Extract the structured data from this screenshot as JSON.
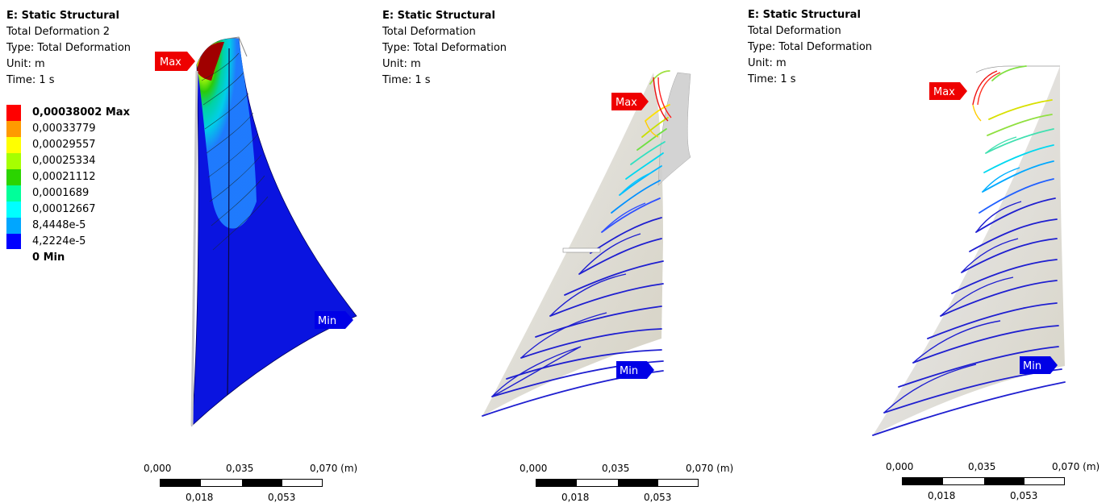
{
  "panels": [
    {
      "system": "E: Static Structural",
      "result": "Total Deformation 2",
      "type": "Type: Total Deformation",
      "unit": "Unit: m",
      "time": "Time: 1 s",
      "max_label": "Max",
      "min_label": "Min"
    },
    {
      "system": "E: Static Structural",
      "result": "Total Deformation",
      "type": "Type: Total Deformation",
      "unit": "Unit: m",
      "time": "Time: 1 s",
      "max_label": "Max",
      "min_label": "Min"
    },
    {
      "system": "E: Static Structural",
      "result": "Total Deformation",
      "type": "Type: Total Deformation",
      "unit": "Unit: m",
      "time": "Time: 1 s",
      "max_label": "Max",
      "min_label": "Min"
    }
  ],
  "legend": {
    "items": [
      {
        "label": "0,00038002 Max",
        "color": "#ff0000"
      },
      {
        "label": "0,00033779",
        "color": "#ff9a00"
      },
      {
        "label": "0,00029557",
        "color": "#ffff00"
      },
      {
        "label": "0,00025334",
        "color": "#a6ff00"
      },
      {
        "label": "0,00021112",
        "color": "#2bd400"
      },
      {
        "label": "0,0001689",
        "color": "#00ff9a"
      },
      {
        "label": "0,00012667",
        "color": "#00ffff"
      },
      {
        "label": "8,4448e-5",
        "color": "#00a6ff"
      },
      {
        "label": "4,2224e-5",
        "color": "#0000ff"
      },
      {
        "label": "0 Min",
        "color": ""
      }
    ]
  },
  "scale_bars": [
    {
      "t0": "0,000",
      "t1": "0,035",
      "t2": "0,070 (m)",
      "b1": "0,018",
      "b2": "0,053"
    },
    {
      "t0": "0,000",
      "t1": "0,035",
      "t2": "0,070 (m)",
      "b1": "0,018",
      "b2": "0,053"
    },
    {
      "t0": "0,000",
      "t1": "0,035",
      "t2": "0,070 (m)",
      "b1": "0,018",
      "b2": "0,053"
    }
  ],
  "colors": {
    "max_tag": "#ee0000",
    "min_tag": "#0000e6",
    "mesh_blue": "#1f1fd0",
    "surface": "#c9c7b8"
  }
}
